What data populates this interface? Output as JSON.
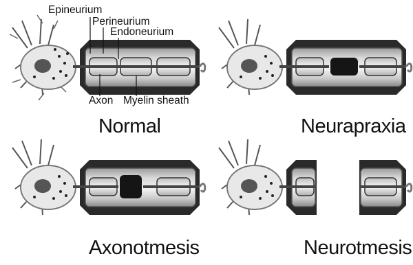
{
  "labels": {
    "epineurium": "Epineurium",
    "perineurium": "Perineurium",
    "endoneurium": "Endoneurium",
    "axon": "Axon",
    "myelin_sheath": "Myelin sheath"
  },
  "panels": [
    {
      "caption": "Normal",
      "injury": "none"
    },
    {
      "caption": "Neurapraxia",
      "injury": "focal-demyelination"
    },
    {
      "caption": "Axonotmesis",
      "injury": "axon-disrupted"
    },
    {
      "caption": "Neurotmesis",
      "injury": "nerve-transected"
    }
  ]
}
